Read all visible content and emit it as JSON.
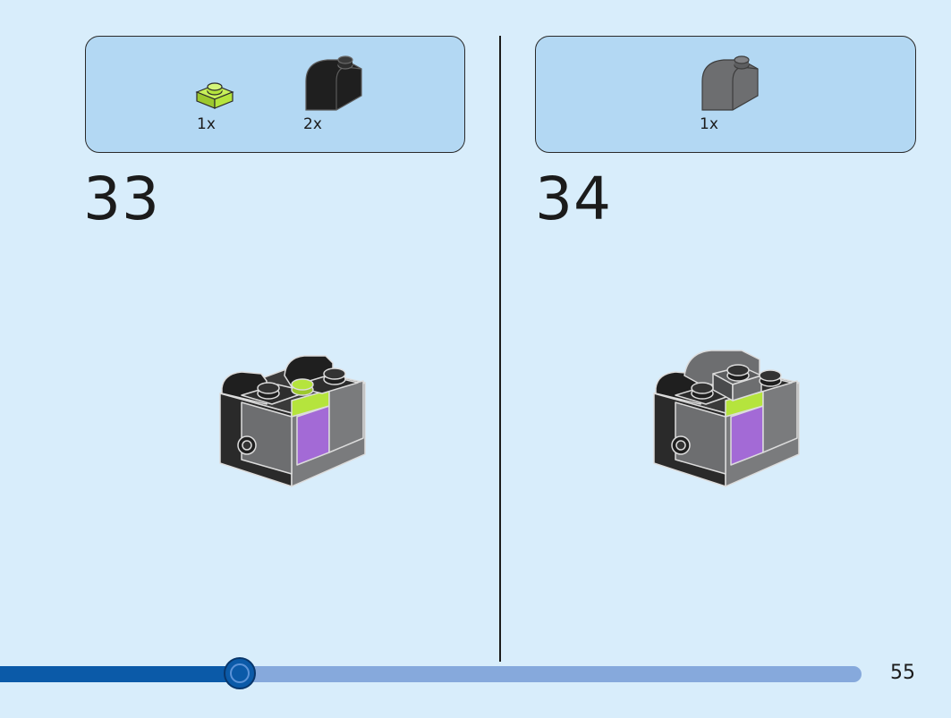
{
  "step_33": {
    "number": "33",
    "parts": [
      {
        "name": "lime-plate-1x1",
        "color": "#b5e43d",
        "qty": "1x"
      },
      {
        "name": "black-curved-slope",
        "color": "#1f1f1f",
        "qty": "2x"
      }
    ]
  },
  "step_34": {
    "number": "34",
    "parts": [
      {
        "name": "dark-gray-curved-slope",
        "color": "#6d6e70",
        "qty": "1x"
      }
    ]
  },
  "progress": {
    "value": 0.278
  },
  "page_number": "55",
  "colors": {
    "background": "#d8edfb",
    "callout": "#b3d8f3",
    "progress_fill": "#0b5aa8",
    "progress_track": "#86a9dc",
    "lime": "#b5e43d",
    "purple": "#a36ad6",
    "dark_gray": "#6d6e70",
    "black": "#1f1f1f"
  }
}
